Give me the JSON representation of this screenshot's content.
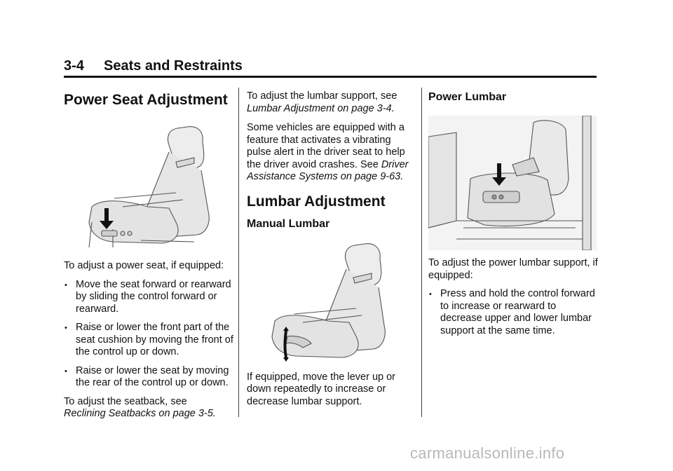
{
  "header": {
    "section_num": "3-4",
    "section_title": "Seats and Restraints"
  },
  "col1": {
    "heading": "Power Seat Adjustment",
    "intro": "To adjust a power seat, if equipped:",
    "bullets": [
      "Move the seat forward or rearward by sliding the control forward or rearward.",
      "Raise or lower the front part of the seat cushion by moving the front of the control up or down.",
      "Raise or lower the seat by moving the rear of the control up or down."
    ],
    "seatback_text": "To adjust the seatback, see",
    "seatback_ref": "Reclining Seatbacks on page 3-5."
  },
  "col2": {
    "lumbar_text": "To adjust the lumbar support, see",
    "lumbar_ref": "Lumbar Adjustment on page 3-4.",
    "vibrate_text": "Some vehicles are equipped with a feature that activates a vibrating pulse alert in the driver seat to help the driver avoid crashes. See",
    "vibrate_ref": "Driver Assistance Systems on page 9-63.",
    "heading": "Lumbar Adjustment",
    "subheading": "Manual Lumbar",
    "manual_text": "If equipped, move the lever up or down repeatedly to increase or decrease lumbar support."
  },
  "col3": {
    "subheading": "Power Lumbar",
    "intro": "To adjust the power lumbar support, if equipped:",
    "bullets": [
      "Press and hold the control forward to increase or rearward to decrease upper and lower lumbar support at the same time."
    ]
  },
  "bullet_glyph": "•",
  "watermark": "carmanualsonline.info"
}
